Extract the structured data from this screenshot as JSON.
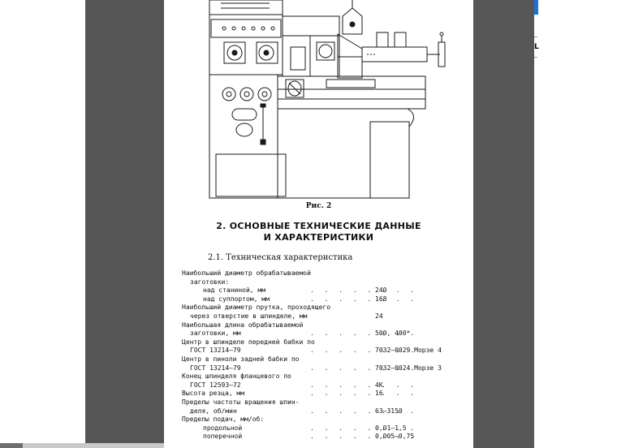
{
  "figure": {
    "caption": "Рис. 2"
  },
  "section": {
    "heading_line1": "2. ОСНОВНЫЕ ТЕХНИЧЕСКИЕ ДАННЫЕ",
    "heading_line2": "И ХАРАКТЕРИСТИКИ",
    "subheading": "2.1. Техническая характеристика"
  },
  "spec_rows": [
    {
      "label": "Наибольший диаметр обрабатываемой",
      "indent": 0,
      "value": ""
    },
    {
      "label": "заготовки:",
      "indent": 1,
      "value": ""
    },
    {
      "label": "над станиной, мм",
      "indent": 2,
      "value": "240",
      "dots": true
    },
    {
      "label": "над суппортом, мм",
      "indent": 2,
      "value": "168",
      "dots": true
    },
    {
      "label": "Наибольший диаметр прутка, проходящего",
      "indent": 0,
      "value": ""
    },
    {
      "label": "через отверстие в шпинделе, мм",
      "indent": 1,
      "value": "24",
      "dots": false
    },
    {
      "label": "Наибольшая длина обрабатываемой",
      "indent": 0,
      "value": ""
    },
    {
      "label": "заготовки, мм",
      "indent": 1,
      "value": "500, 400*",
      "dots": true
    },
    {
      "label": "Центр в шпинделе передней бабки по",
      "indent": 0,
      "value": ""
    },
    {
      "label": "ГОСТ 13214—79",
      "indent": 1,
      "value": "7032—0029 Морзе 4",
      "dots": true
    },
    {
      "label": "Центр в пиноли задней бабки по",
      "indent": 0,
      "value": ""
    },
    {
      "label": "ГОСТ 13214—79",
      "indent": 1,
      "value": "7032—0024 Морзе 3",
      "dots": true
    },
    {
      "label": "Конец шпинделя фланцевого по",
      "indent": 0,
      "value": ""
    },
    {
      "label": "ГОСТ 12593—72",
      "indent": 1,
      "value": "4К",
      "dots": true
    },
    {
      "label": "Высота резца, мм",
      "indent": 0,
      "value": "16",
      "dots": true
    },
    {
      "label": "Пределы частоты вращения шпин-",
      "indent": 0,
      "value": ""
    },
    {
      "label": "деля, об/мин",
      "indent": 1,
      "value": "63—3150",
      "dots": true
    },
    {
      "label": "Пределы подач, мм/об:",
      "indent": 0,
      "value": ""
    },
    {
      "label": "продольной",
      "indent": 2,
      "value": "0,01—1,5",
      "dots": true
    },
    {
      "label": "поперечной",
      "indent": 2,
      "value": "0,005—0,75",
      "dots": true
    }
  ],
  "viewer": {
    "side_label": "L"
  }
}
